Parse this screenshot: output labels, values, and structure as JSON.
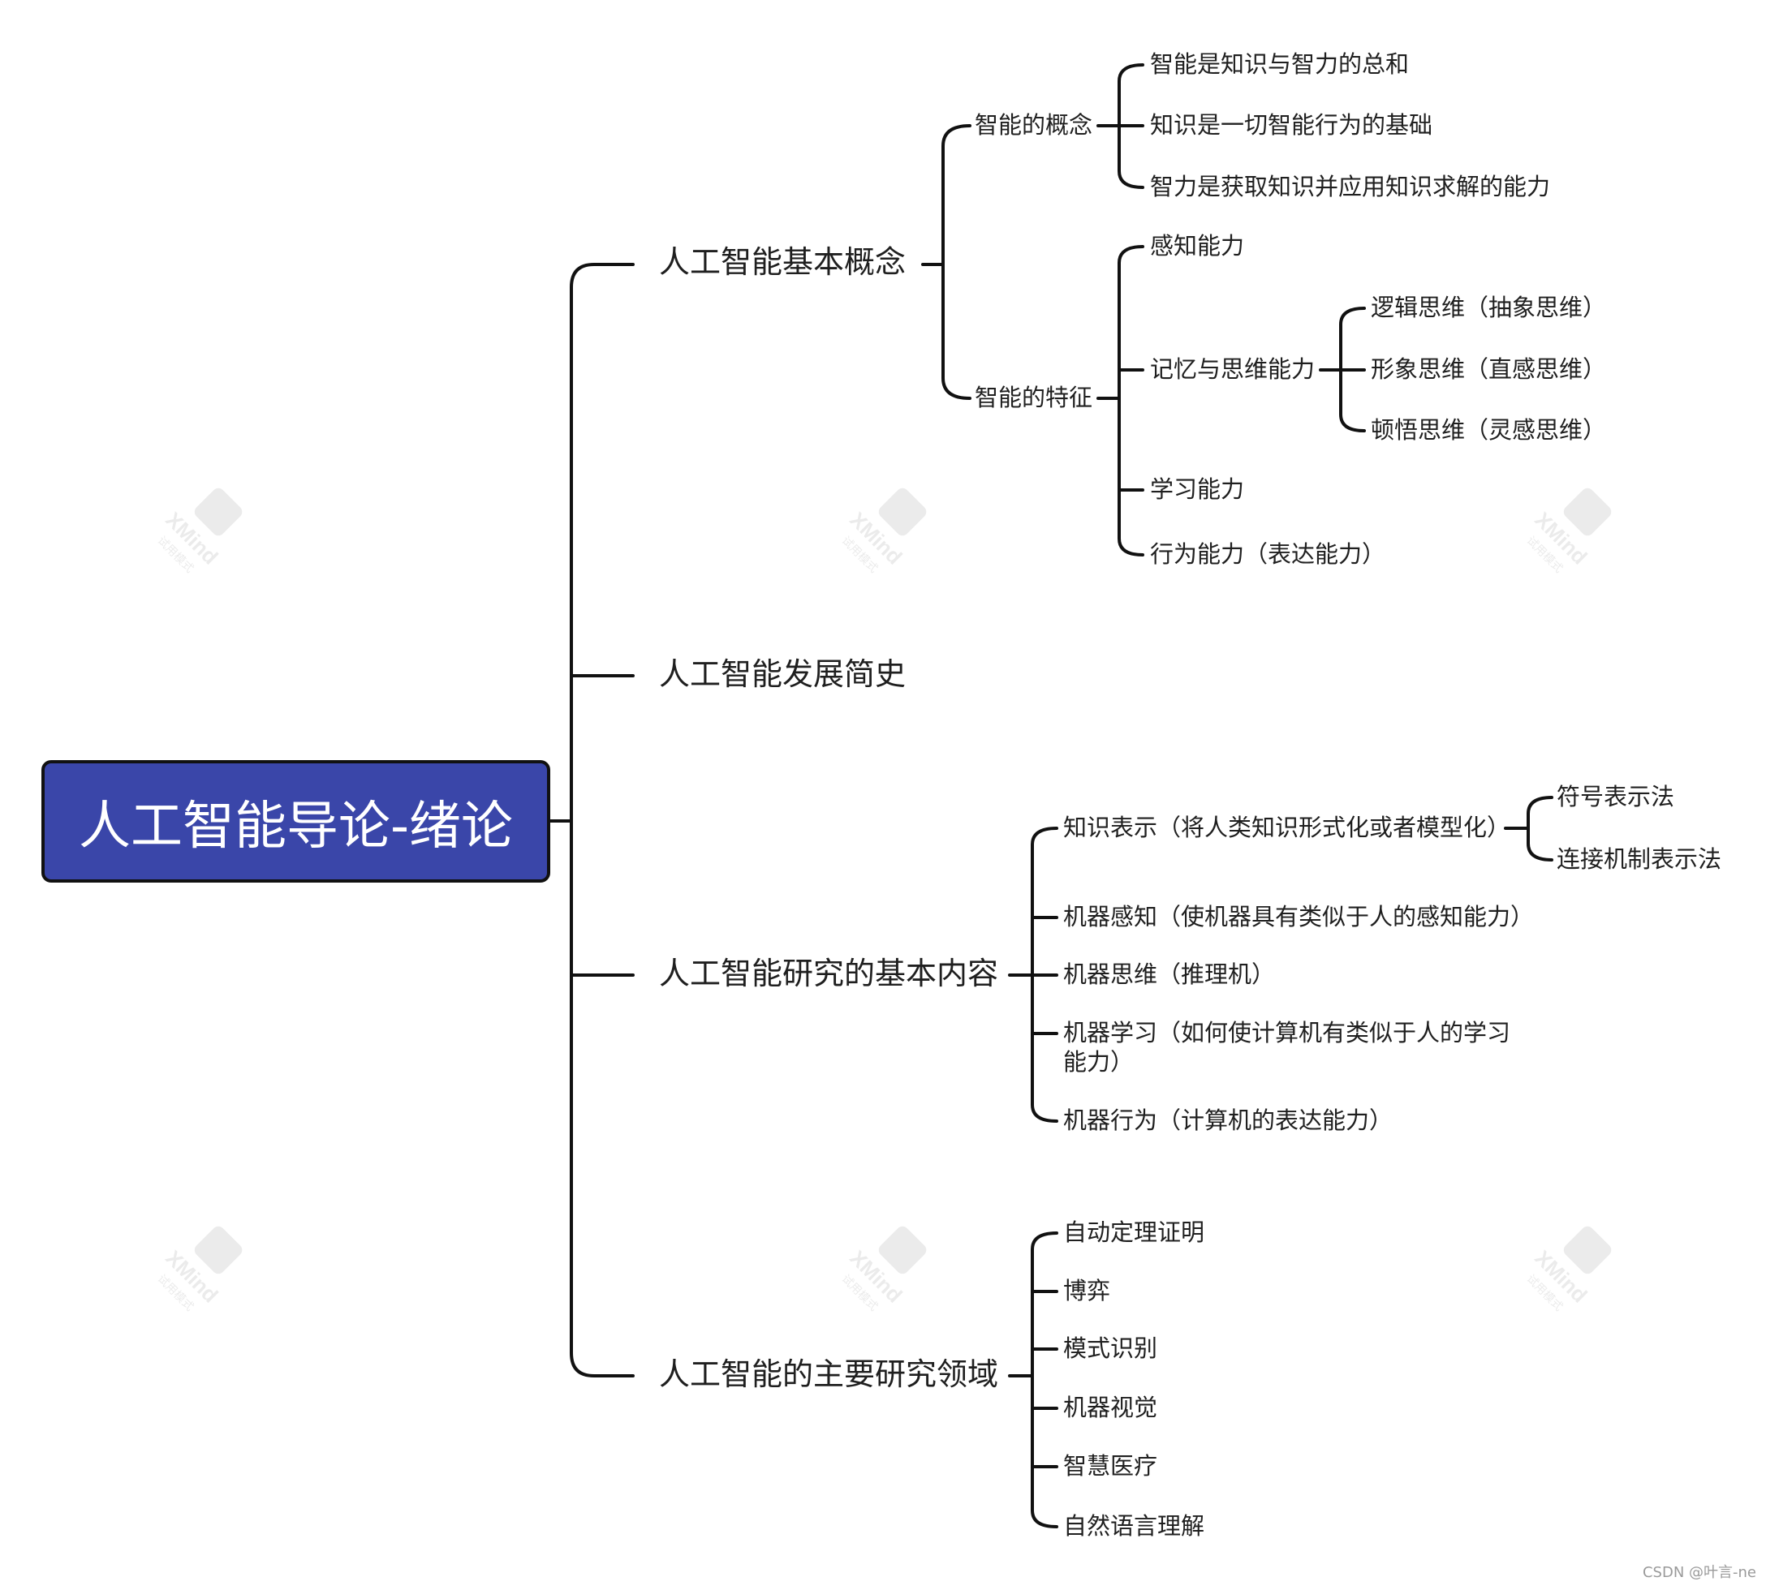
{
  "root": {
    "label": "人工智能导论-绪论"
  },
  "branches": [
    {
      "label": "人工智能基本概念",
      "children": [
        {
          "label": "智能的概念",
          "children": [
            "智能是知识与智力的总和",
            "知识是一切智能行为的基础",
            "智力是获取知识并应用知识求解的能力"
          ]
        },
        {
          "label": "智能的特征",
          "children": [
            "感知能力",
            "记忆与思维能力",
            "学习能力",
            "行为能力（表达能力）"
          ],
          "sub": [
            "逻辑思维（抽象思维）",
            "形象思维（直感思维）",
            "顿悟思维（灵感思维）"
          ]
        }
      ]
    },
    {
      "label": "人工智能发展简史"
    },
    {
      "label": "人工智能研究的基本内容",
      "children": [
        "知识表示（将人类知识形式化或者模型化）",
        "机器感知（使机器具有类似于人的感知能力）",
        "机器思维（推理机）",
        "机器学习（如何使计算机有类似于人的学习能力）",
        "机器行为（计算机的表达能力）"
      ],
      "sub": [
        "符号表示法",
        "连接机制表示法"
      ]
    },
    {
      "label": "人工智能的主要研究领域",
      "children": [
        "自动定理证明",
        "博弈",
        "模式识别",
        "机器视觉",
        "智慧医疗",
        "自然语言理解"
      ]
    }
  ],
  "watermark": {
    "brand": "XMind",
    "caption": "试用模式"
  },
  "footer": "CSDN @叶言-ne",
  "colors": {
    "root_fill": "#3a46a9",
    "line": "#111111",
    "text": "#1f1f1f"
  }
}
